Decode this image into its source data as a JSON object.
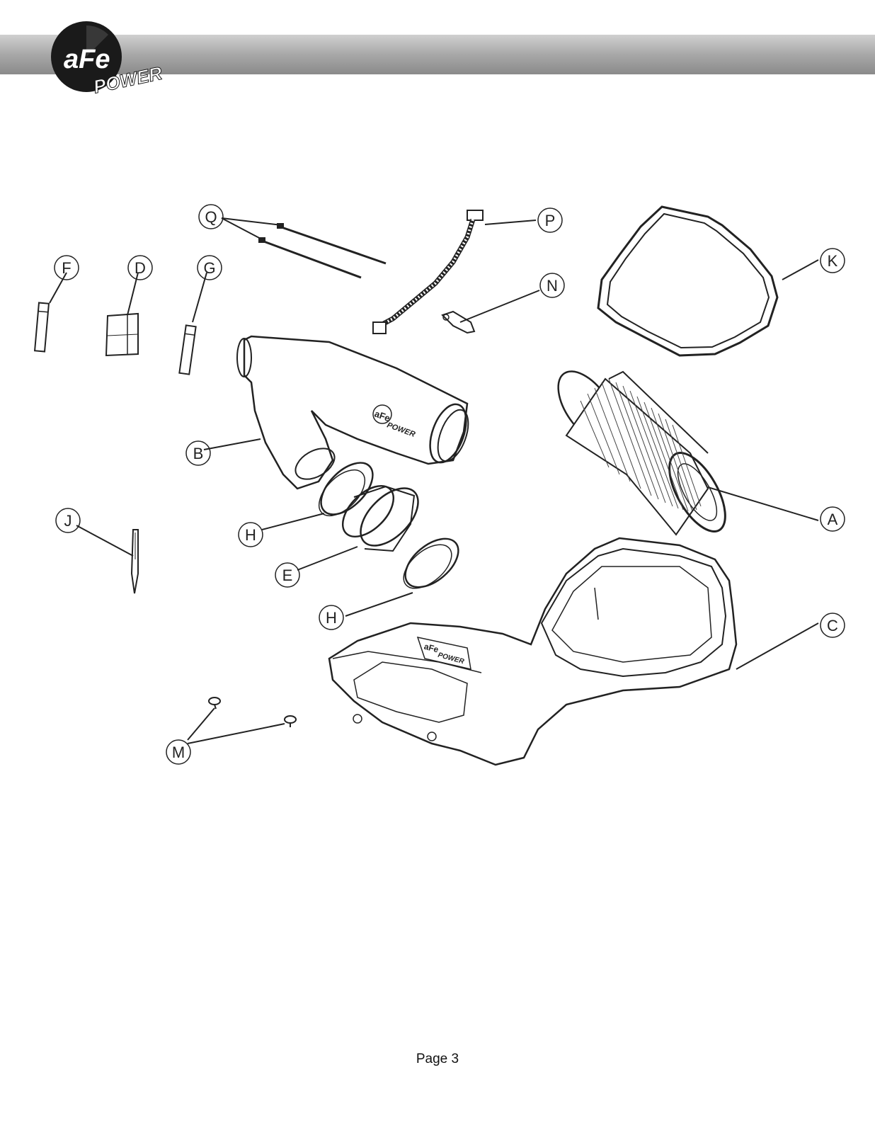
{
  "header": {
    "logo_text": "aFe",
    "logo_subtext": "POWER"
  },
  "callouts": {
    "A": "A",
    "B": "B",
    "C": "C",
    "D": "D",
    "E": "E",
    "F": "F",
    "G": "G",
    "H1": "H",
    "H2": "H",
    "J": "J",
    "K": "K",
    "M": "M",
    "N": "N",
    "P": "P",
    "Q": "Q"
  },
  "parts": {
    "B_logo_text": "aFe",
    "B_logo_subtext": "POWER",
    "C_logo_text": "aFe",
    "C_logo_subtext": "POWER"
  },
  "footer": {
    "page_label": "Page 3"
  }
}
